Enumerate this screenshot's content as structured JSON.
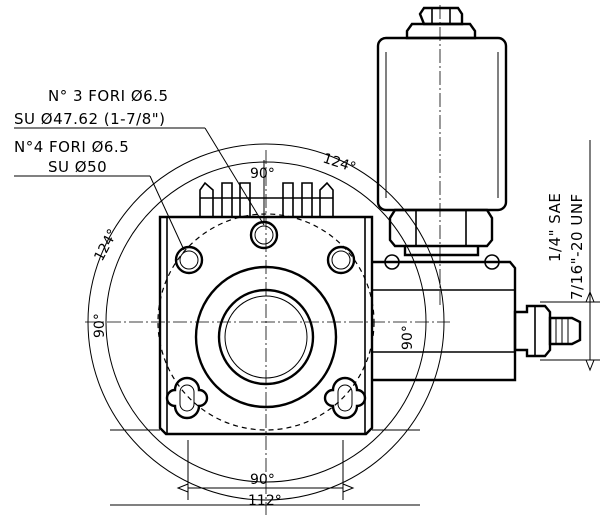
{
  "notes": {
    "holes3_line1": "N° 3 FORI Ø6.5",
    "holes3_line2": "SU Ø47.62 (1-7/8\")",
    "holes4_line1": "N°4 FORI Ø6.5",
    "holes4_line2": "SU Ø50"
  },
  "dimensions": {
    "angle_top": "90°",
    "angle_bottom": "90°",
    "angle_left": "90°",
    "angle_right": "90°",
    "angle_124_right": "124°",
    "angle_124_left": "124°",
    "diameter_112": "112°"
  },
  "thread": {
    "line1": "1/4\" SAE",
    "line2": "7/16\"-20 UNF"
  }
}
